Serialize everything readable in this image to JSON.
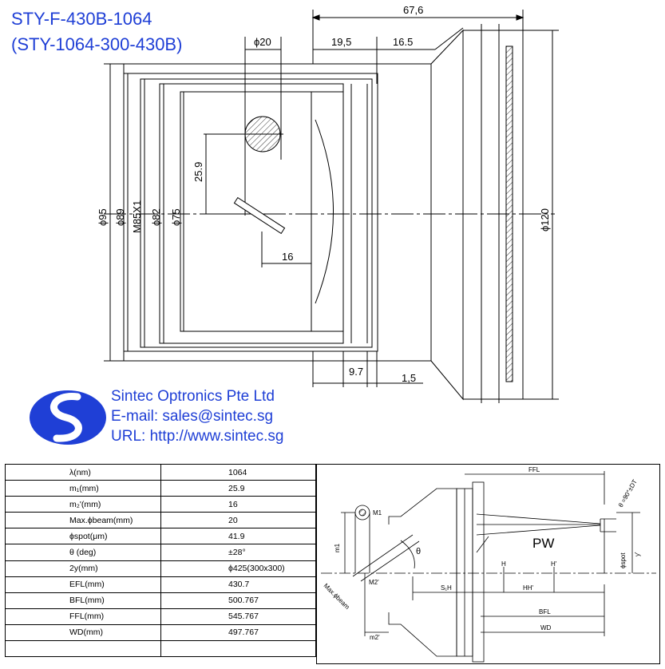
{
  "header": {
    "model": "STY-F-430B-1064",
    "alt_model": "(STY-1064-300-430B)"
  },
  "company": {
    "name": "Sintec Optronics Pte Ltd",
    "email": "E-mail: sales@sintec.sg",
    "url": "URL: http://www.sintec.sg",
    "logo_color": "#1f3fd6"
  },
  "drawing": {
    "dim_total_length": "67,6",
    "dim_beam_dia": "ϕ20",
    "dim_19_5": "19,5",
    "dim_16_5": "16.5",
    "dim_25_9": "25.9",
    "dim_16": "16",
    "dim_9_7": "9.7",
    "dim_1_5": "1,5",
    "dim_d95": "ϕ95",
    "dim_d89": "ϕ89",
    "dim_m85": "M85X1",
    "dim_d82": "ϕ82",
    "dim_d75": "ϕ75",
    "dim_d120": "ϕ120"
  },
  "spec_table": [
    {
      "param": "λ(nm)",
      "value": "1064"
    },
    {
      "param": "m₁(mm)",
      "value": "25.9"
    },
    {
      "param": "m₂'(mm)",
      "value": "16"
    },
    {
      "param": "Max.ϕbeam(mm)",
      "value": "20"
    },
    {
      "param": "ϕspot(μm)",
      "value": "41.9"
    },
    {
      "param": "θ (deg)",
      "value": "±28°"
    },
    {
      "param": "2y(mm)",
      "value": "ϕ425(300x300)"
    },
    {
      "param": "EFL(mm)",
      "value": "430.7"
    },
    {
      "param": "BFL(mm)",
      "value": "500.767"
    },
    {
      "param": "FFL(mm)",
      "value": "545.767"
    },
    {
      "param": "WD(mm)",
      "value": "497.767"
    },
    {
      "param": "",
      "value": ""
    }
  ],
  "schematic": {
    "ffl": "FFL",
    "theta_note": "θ =90°±DT",
    "m1": "M1",
    "m1_dim": "m1",
    "theta": "θ",
    "pw": "PW",
    "phi_spot": "ϕspot",
    "y": "y'",
    "h": "H",
    "h_prime": "H'",
    "m2_prime": "M2'",
    "max_beam": "Max.ϕbeam",
    "s_h": "S₁H",
    "hh_prime": "HH'",
    "bfl": "BFL",
    "wd": "WD",
    "m2_dim": "m2'"
  }
}
